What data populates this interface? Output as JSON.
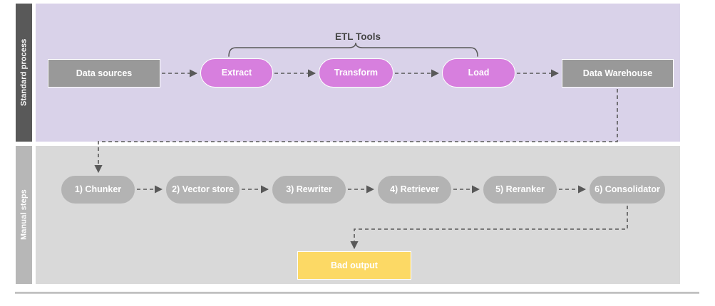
{
  "diagram": {
    "title_label": "ETL Tools",
    "lanes": [
      {
        "name": "standard-process",
        "label": "Standard process"
      },
      {
        "name": "manual-steps",
        "label": "Manual steps"
      }
    ],
    "colors": {
      "lane_top_header": "#595959",
      "lane_top_body": "#D9D2E9",
      "lane_bottom_header": "#B7B7B7",
      "lane_bottom_body": "#D9D9D9",
      "rect_node": "#999999",
      "etl_pill": "#D77FDE",
      "step_pill": "#B3B3B3",
      "warning_node": "#FCD965",
      "connector": "#595959",
      "brace": "#595959",
      "label_text": "#444444",
      "node_text": "#FFFFFF"
    },
    "standard_process": {
      "nodes": [
        {
          "name": "data-sources",
          "label": "Data sources",
          "shape": "rect"
        },
        {
          "name": "extract",
          "label": "Extract",
          "shape": "pill"
        },
        {
          "name": "transform",
          "label": "Transform",
          "shape": "pill"
        },
        {
          "name": "load",
          "label": "Load",
          "shape": "pill"
        },
        {
          "name": "data-warehouse",
          "label": "Data Warehouse",
          "shape": "rect"
        }
      ],
      "bracket": {
        "label": "ETL Tools",
        "spans": [
          "Extract",
          "Transform",
          "Load"
        ]
      }
    },
    "manual_steps": {
      "nodes": [
        {
          "name": "chunker",
          "label": "1) Chunker",
          "shape": "pill"
        },
        {
          "name": "vector-store",
          "label": "2) Vector store",
          "shape": "pill"
        },
        {
          "name": "rewriter",
          "label": "3) Rewriter",
          "shape": "pill"
        },
        {
          "name": "retriever",
          "label": "4) Retriever",
          "shape": "pill"
        },
        {
          "name": "reranker",
          "label": "5) Reranker",
          "shape": "pill"
        },
        {
          "name": "consolidator",
          "label": "6) Consolidator",
          "shape": "pill"
        }
      ],
      "output": {
        "name": "bad-output",
        "label": "Bad output",
        "shape": "rect"
      }
    },
    "connections": [
      {
        "from": "data-sources",
        "to": "extract",
        "style": "dashed-arrow"
      },
      {
        "from": "extract",
        "to": "transform",
        "style": "dashed-arrow"
      },
      {
        "from": "transform",
        "to": "load",
        "style": "dashed-arrow"
      },
      {
        "from": "load",
        "to": "data-warehouse",
        "style": "dashed-arrow"
      },
      {
        "from": "data-warehouse",
        "to": "chunker",
        "style": "dashed-arrow-elbow"
      },
      {
        "from": "chunker",
        "to": "vector-store",
        "style": "dashed-arrow"
      },
      {
        "from": "vector-store",
        "to": "rewriter",
        "style": "dashed-arrow"
      },
      {
        "from": "rewriter",
        "to": "retriever",
        "style": "dashed-arrow"
      },
      {
        "from": "retriever",
        "to": "reranker",
        "style": "dashed-arrow"
      },
      {
        "from": "reranker",
        "to": "consolidator",
        "style": "dashed-arrow"
      },
      {
        "from": "consolidator",
        "to": "bad-output",
        "style": "dashed-arrow-elbow"
      }
    ]
  }
}
